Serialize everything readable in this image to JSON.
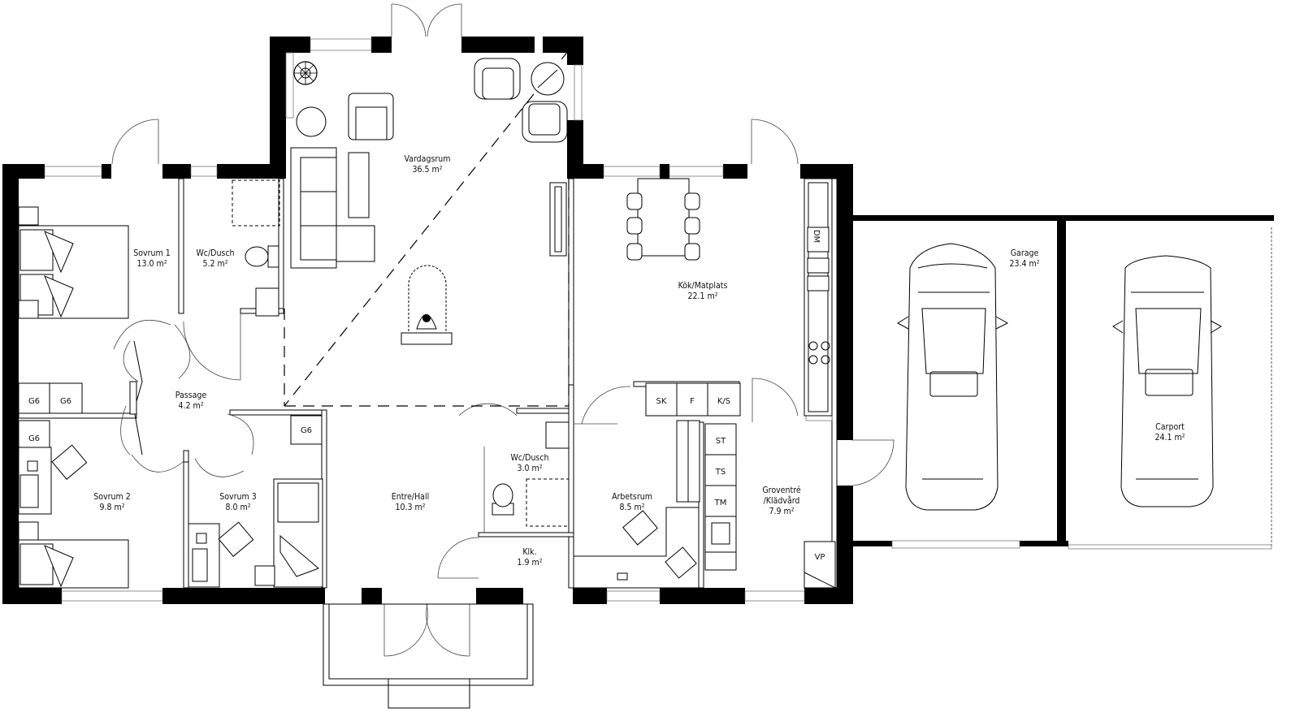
{
  "rooms": [
    {
      "name": "Vardagsrum",
      "area": "36.5 m²"
    },
    {
      "name": "Sovrum 1",
      "area": "13.0 m²"
    },
    {
      "name": "Wc/Dusch",
      "area": "5.2 m²"
    },
    {
      "name": "Kök/Matplats",
      "area": "22.1 m²"
    },
    {
      "name": "Garage",
      "area": "23.4 m²"
    },
    {
      "name": "Passage",
      "area": "4.2 m²"
    },
    {
      "name": "Sovrum 2",
      "area": "9.8 m²"
    },
    {
      "name": "Sovrum 3",
      "area": "8.0 m²"
    },
    {
      "name": "Entre/Hall",
      "area": "10.3 m²"
    },
    {
      "name": "Wc/Dusch",
      "area": "3.0 m²"
    },
    {
      "name": "Arbetsrum",
      "area": "8.5 m²"
    },
    {
      "name": "Groventré",
      "name2": "/Klädvård",
      "area": "7.9 m²"
    },
    {
      "name": "Klk.",
      "area": "1.9 m²"
    },
    {
      "name": "Carport",
      "area": "24.1 m²"
    }
  ],
  "appliances": {
    "g6": "G6",
    "dm": "DM",
    "sk": "SK",
    "f": "F",
    "ks": "K/S",
    "st": "ST",
    "ts": "TS",
    "tm": "TM",
    "vp": "VP"
  }
}
